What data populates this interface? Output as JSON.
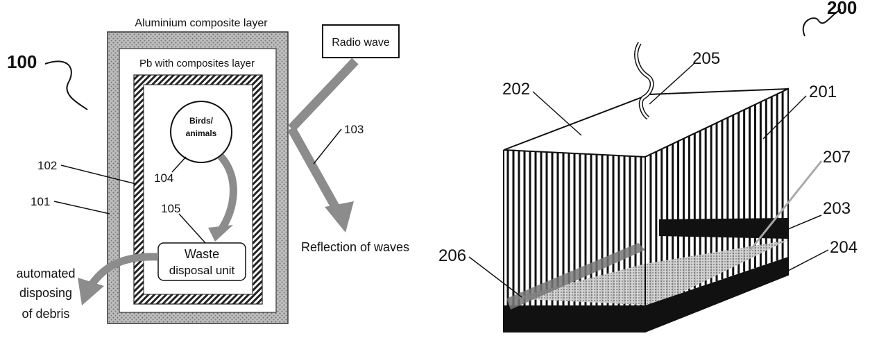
{
  "figure_left": {
    "figure_number": "100",
    "outer_layer_label": "Aluminium composite layer",
    "inner_layer_label": "Pb with composites layer",
    "radio_wave_label": "Radio wave",
    "reflection_label": "Reflection of waves",
    "birds_label_line1": "Birds/",
    "birds_label_line2": "animals",
    "waste_label_line1": "Waste",
    "waste_label_line2": "disposal unit",
    "disposing_line1": "automated",
    "disposing_line2": "disposing",
    "disposing_line3": "of debris",
    "ref_101": "101",
    "ref_102": "102",
    "ref_103": "103",
    "ref_104": "104",
    "ref_105": "105"
  },
  "figure_right": {
    "figure_number": "200",
    "ref_201": "201",
    "ref_202": "202",
    "ref_203": "203",
    "ref_204": "204",
    "ref_205": "205",
    "ref_206": "206",
    "ref_207": "207"
  }
}
